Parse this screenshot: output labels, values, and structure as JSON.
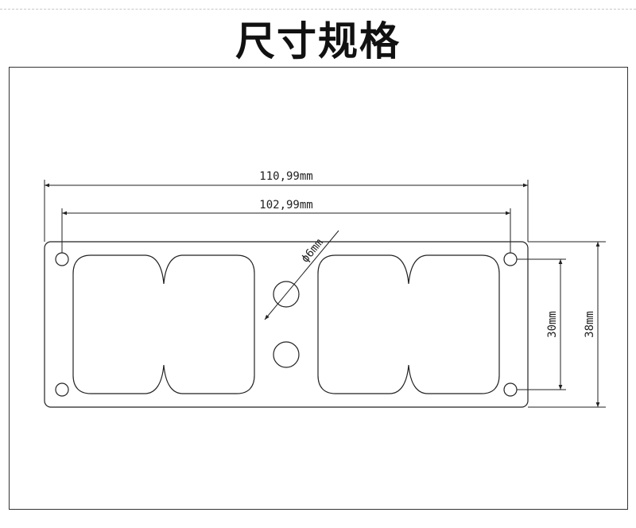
{
  "title": "尺寸规格",
  "dimensions": {
    "overall_width": "110,99mm",
    "hole_spacing_width": "102,99mm",
    "hole_diameter": "ϕ6mm",
    "hole_spacing_height": "30mm",
    "overall_height": "38mm"
  }
}
